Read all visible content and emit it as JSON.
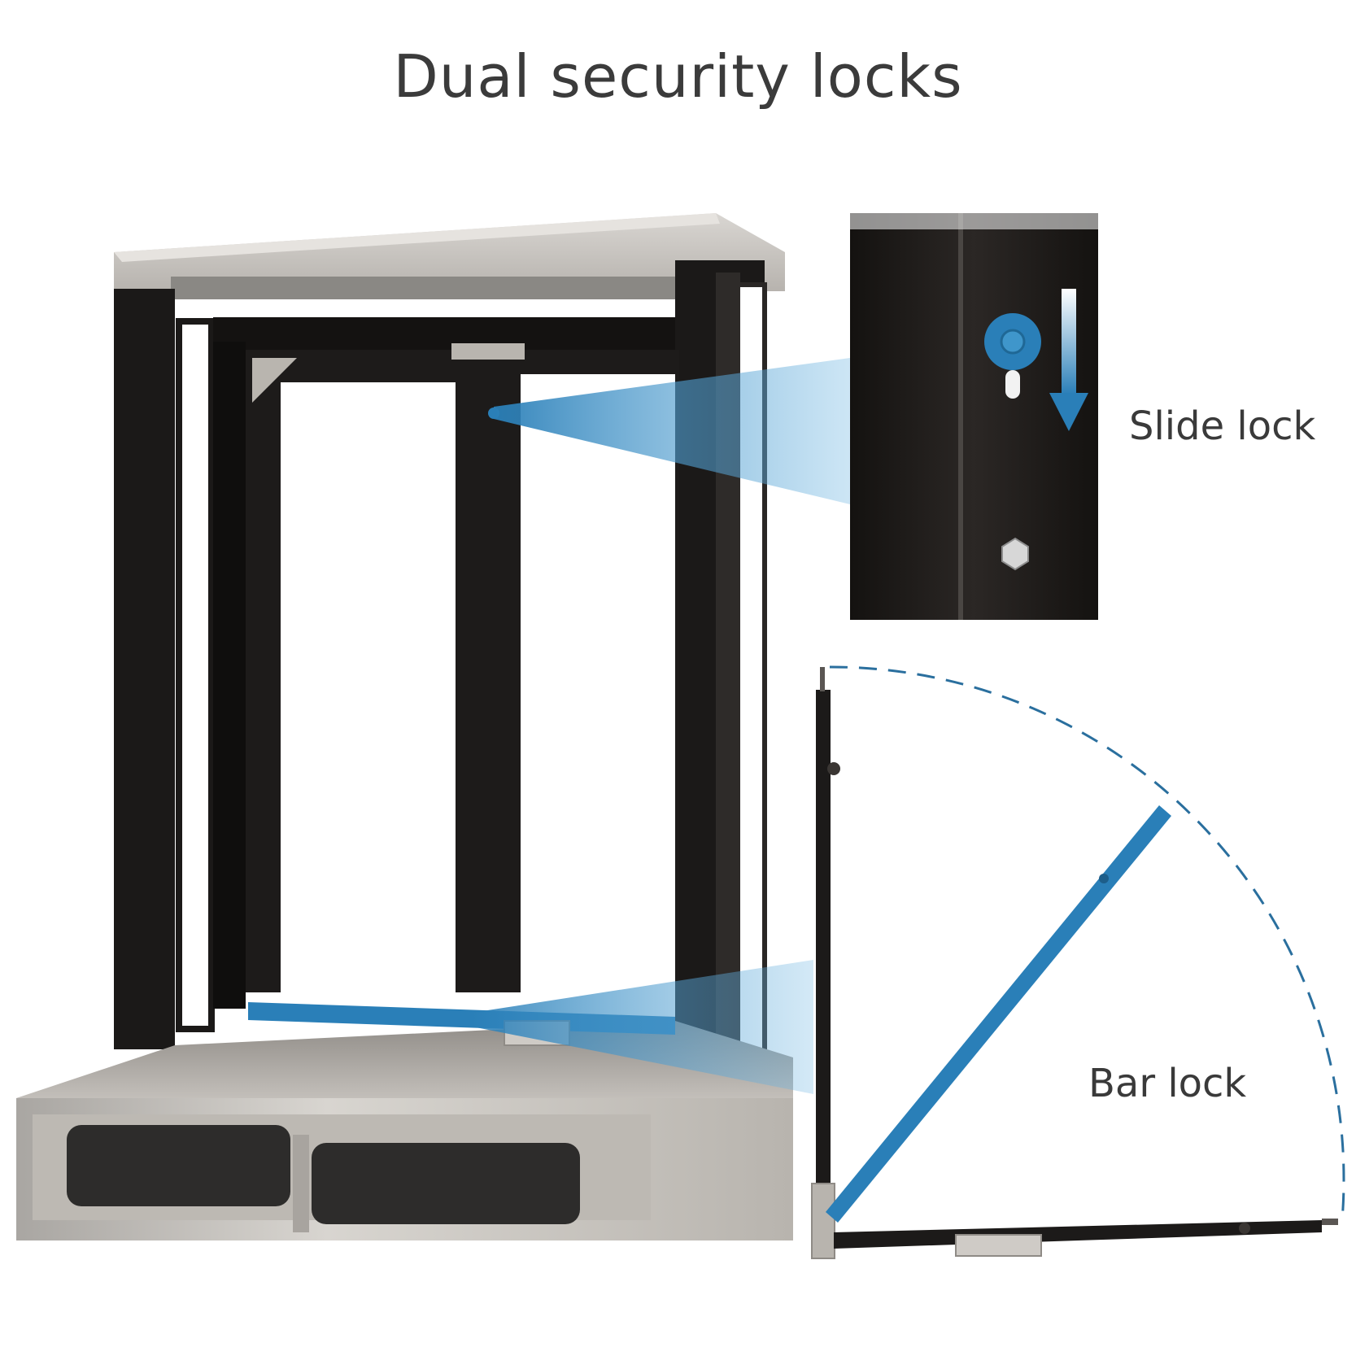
{
  "title": "Dual security locks",
  "labels": {
    "slide_lock": "Slide lock",
    "bar_lock": "Bar lock"
  },
  "colors": {
    "accent_blue": "#2a7fb8",
    "frame_black": "#1c1a19",
    "stainless": "#c9c6c1",
    "text": "#3b3b3b"
  },
  "icons": {
    "slide_direction": "arrow-down-icon"
  }
}
